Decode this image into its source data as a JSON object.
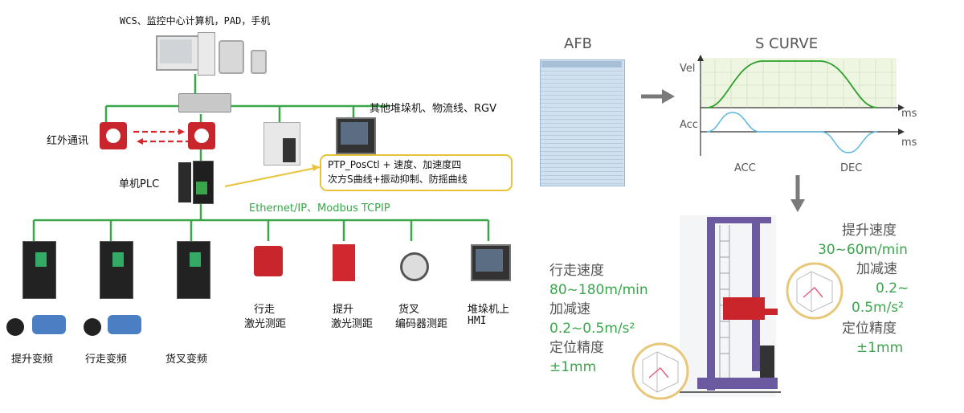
{
  "top": {
    "clients_label": "WCS、监控中心计算机，PAD，手机"
  },
  "network": {
    "other_devices_label": "其他堆垛机、物流线、RGV",
    "infrared_label": "红外通讯",
    "plc_label": "单机PLC",
    "callout_line1": "PTP_PosCtl + 速度、加速度四",
    "callout_line2": "次方S曲线+振动抑制、防摇曲线",
    "bus_label": "Ethernet/IP、Modbus TCPIP"
  },
  "devices": {
    "lift_vfd": "提升变频",
    "travel_vfd": "行走变频",
    "fork_vfd": "货叉变频",
    "travel_laser_1": "行走",
    "travel_laser_2": "激光测距",
    "lift_laser_1": "提升",
    "lift_laser_2": "激光测距",
    "fork_encoder_1": "货叉",
    "fork_encoder_2": "编码器测距",
    "hmi_1": "堆垛机上",
    "hmi_2": "HMI"
  },
  "afb": {
    "title": "AFB"
  },
  "s_curve": {
    "title": "S CURVE",
    "vel_label": "Vel",
    "acc_label": "Acc",
    "ms_label_1": "ms",
    "ms_label_2": "ms",
    "acc_phase": "ACC",
    "dec_phase": "DEC"
  },
  "travel_spec": {
    "speed_label": "行走速度",
    "speed_value": "80~180m/min",
    "accel_label": "加减速",
    "accel_value": "0.2~0.5m/s²",
    "precision_label": "定位精度",
    "precision_value": "±1mm"
  },
  "lift_spec": {
    "speed_label": "提升速度",
    "speed_value": "30~60m/min",
    "accel_label": "加减速",
    "accel_value_1": "0.2~",
    "accel_value_2": "0.5m/s²",
    "precision_label": "定位精度",
    "precision_value": "±1mm"
  },
  "colors": {
    "network_line": "#3aa64b",
    "spec_green": "#3aa64b",
    "callout_border": "#e8c33a",
    "infrared_arrow": "#d9262c",
    "flow_arrow": "#7a7a7a"
  }
}
